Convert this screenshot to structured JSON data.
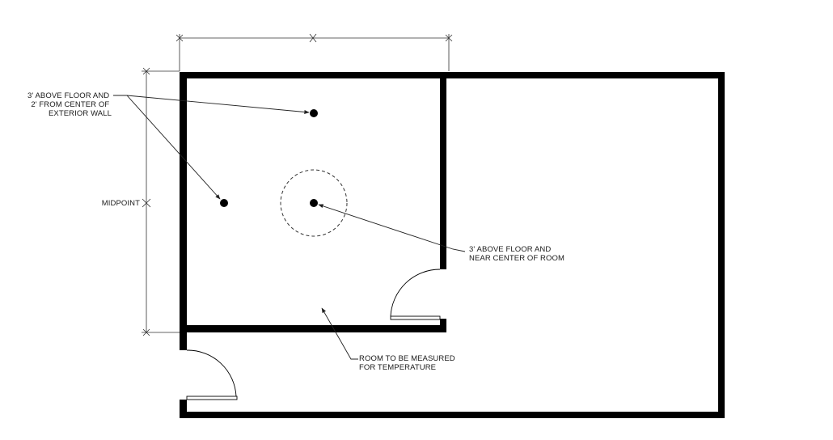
{
  "notes": {
    "wall_point": [
      "3' ABOVE FLOOR AND",
      "2' FROM CENTER OF",
      "EXTERIOR WALL"
    ],
    "center_point": [
      "3' ABOVE FLOOR AND",
      "NEAR CENTER OF ROOM"
    ],
    "room": [
      "ROOM TO BE MEASURED",
      "FOR TEMPERATURE"
    ],
    "midpoint": "MIDPOINT"
  },
  "colors": {
    "wall": "#000000",
    "background": "#ffffff",
    "text": "#1a1a1a"
  },
  "symbols": {
    "dimension_tick": "x-mark-icon",
    "measurement_point": "dot-icon",
    "measurement_zone": "dashed-circle-icon",
    "door": "door-swing-icon"
  }
}
